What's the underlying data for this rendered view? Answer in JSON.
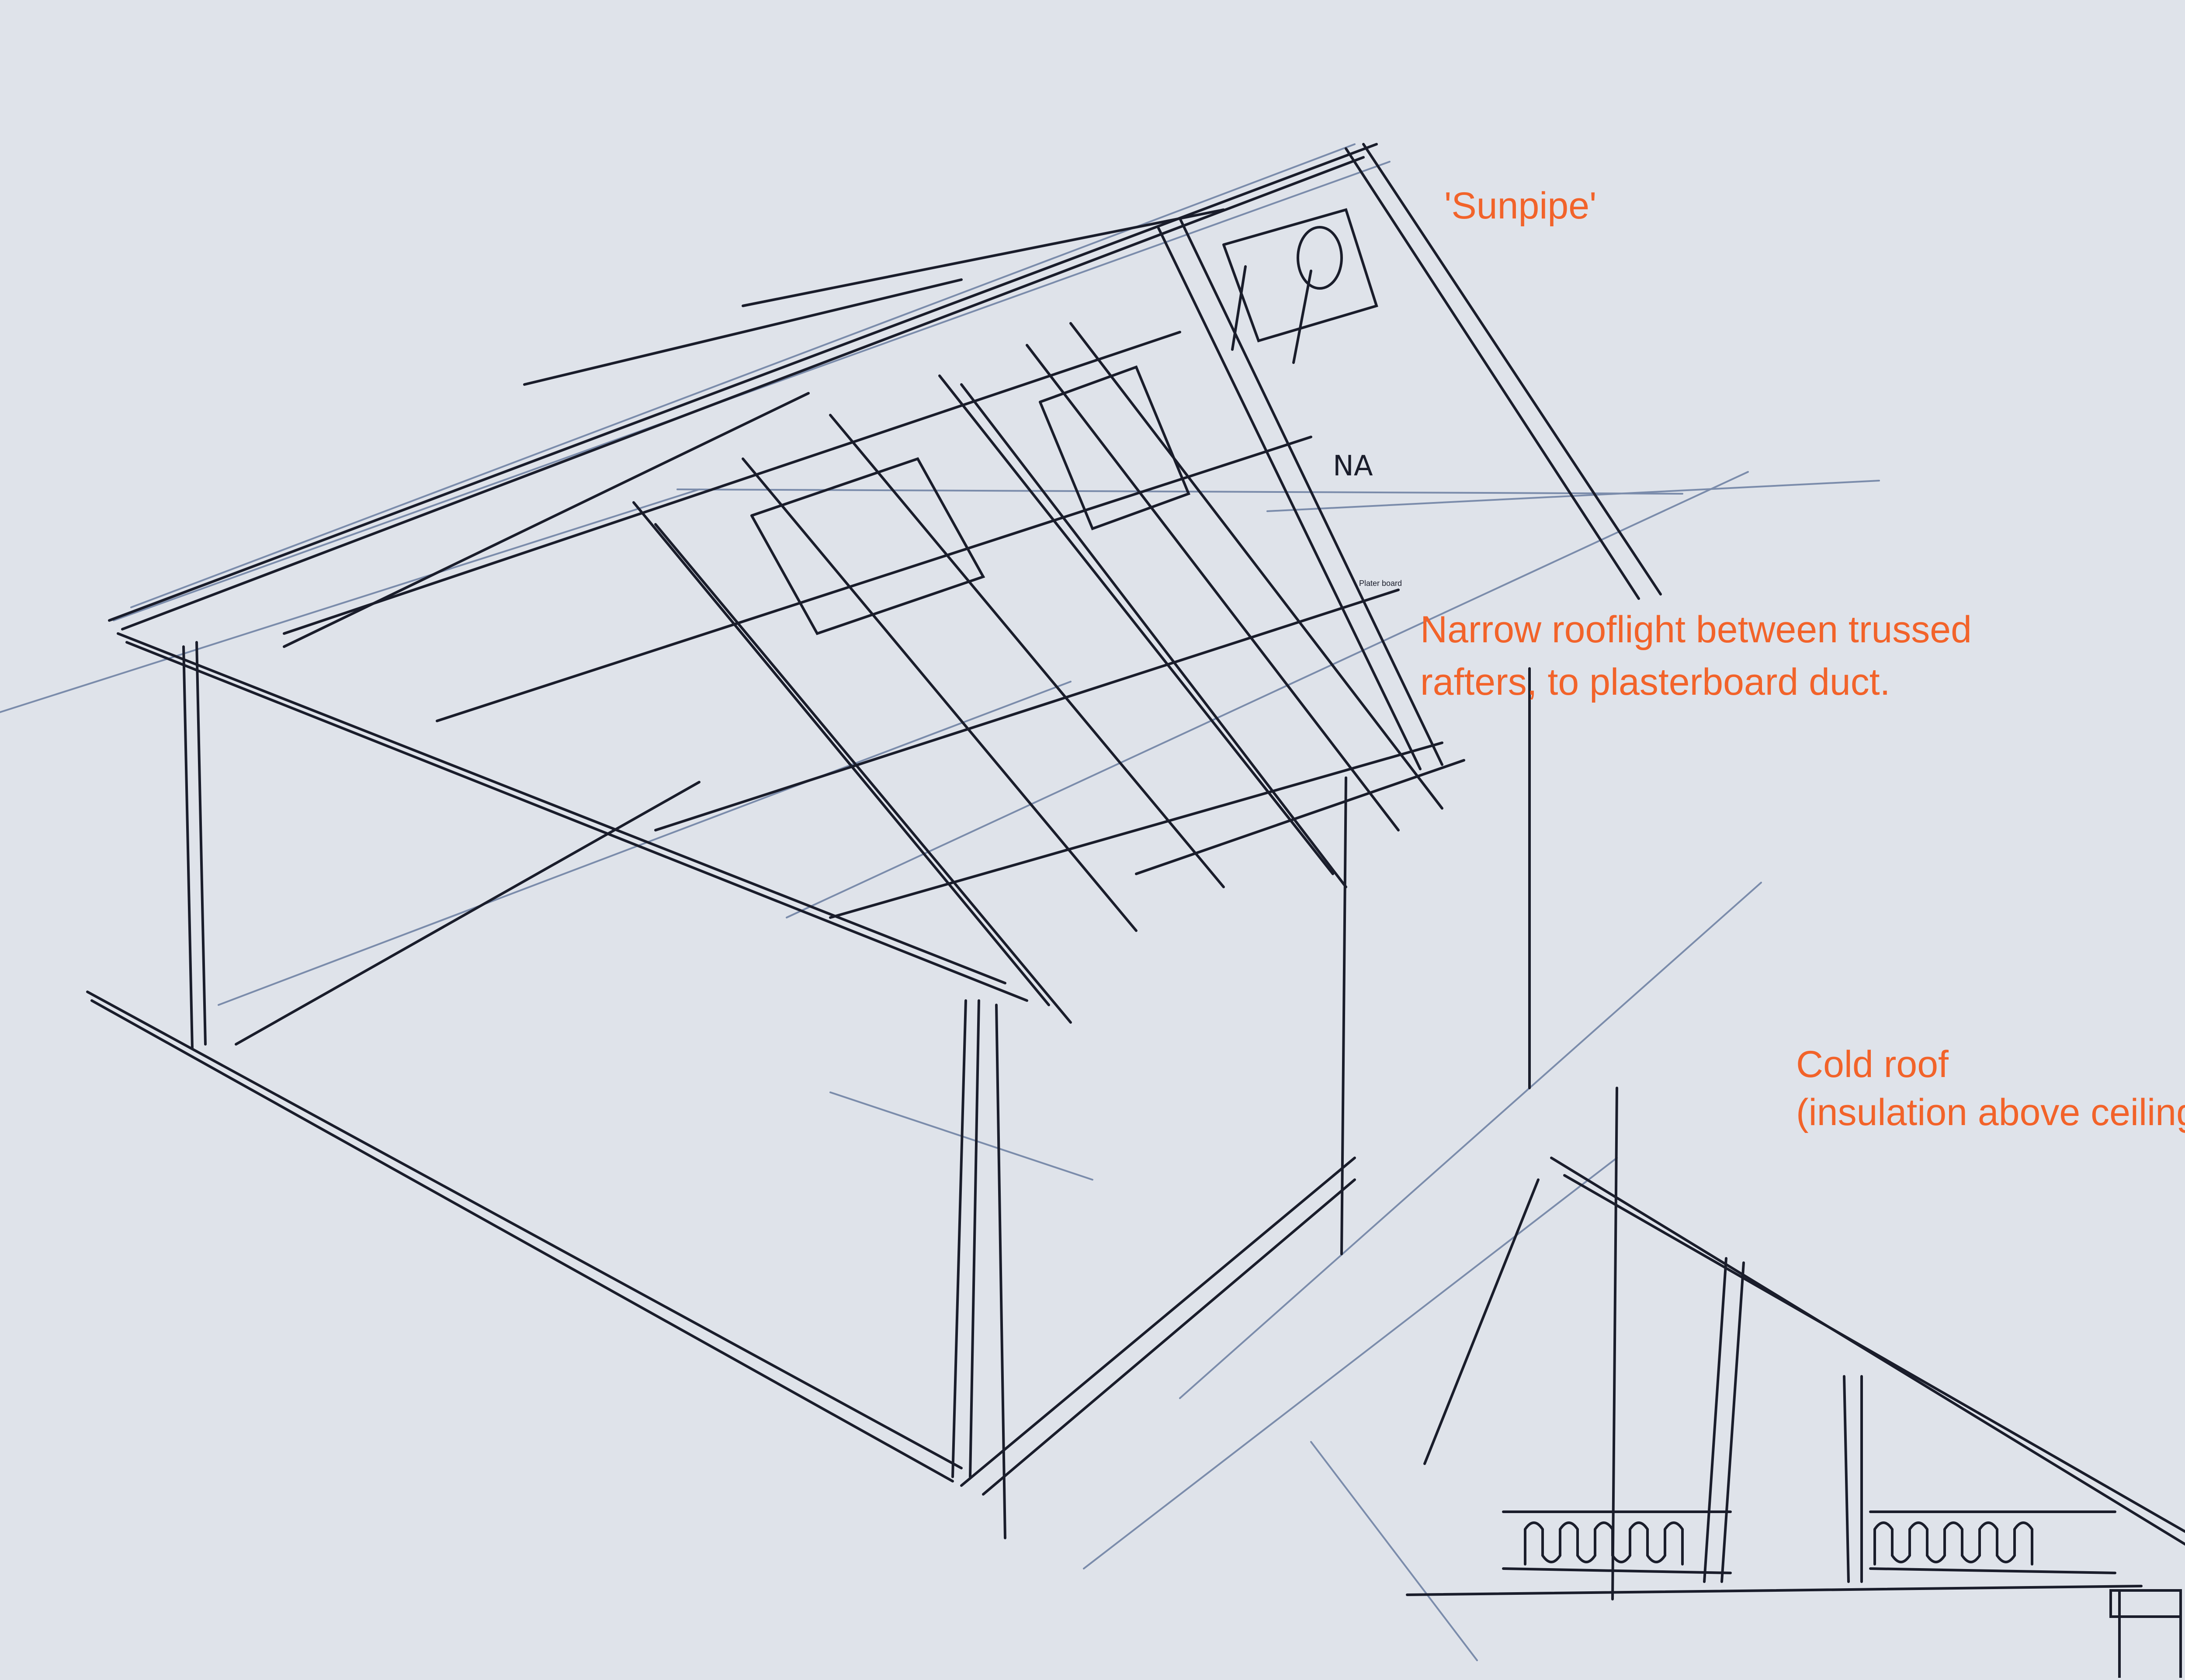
{
  "colors": {
    "paper": "#dfe3ea",
    "ink": "#1a1d2b",
    "pencil": "#5a6f96",
    "annotation": "#f2632a"
  },
  "annotations": {
    "sunpipe": "'Sunpipe'",
    "rooflight_line1": "Narrow rooflight between trussed",
    "rooflight_line2": "rafters, to plasterboard duct.",
    "cold_roof_line1": "Cold roof",
    "cold_roof_line2": "(insulation above ceiling)",
    "plaster_board": "Plater board",
    "na_mark": "NA"
  }
}
